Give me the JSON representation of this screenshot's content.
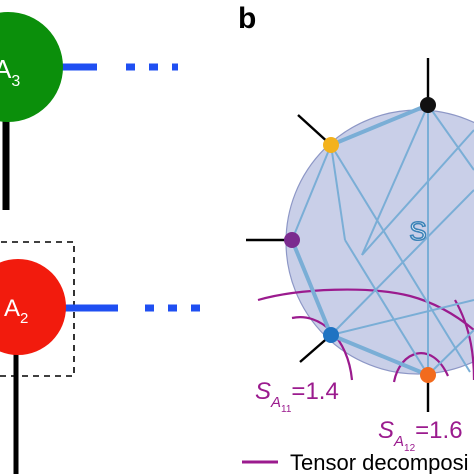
{
  "panel_b_label": "b",
  "left_nodes": {
    "top": {
      "label_main": "A",
      "label_sub": "3",
      "color": "#0b8f0b"
    },
    "bottom": {
      "label_main": "A",
      "label_sub": "2",
      "color": "#f21b0d"
    },
    "bond_color": "#1f4ff2"
  },
  "network": {
    "center_label": "S",
    "circle_fill": "#c9cfe8",
    "edge_color": "#7aaed6",
    "node_colors": {
      "top": "#111111",
      "yellow": "#f3b21d",
      "purple": "#7b2b8f",
      "blue": "#1f73c2",
      "orange": "#f26b1e"
    }
  },
  "entropy_labels": [
    {
      "symbol": "S",
      "sub_main": "A",
      "sub_sub": "11",
      "value": "=1.4"
    },
    {
      "symbol": "S",
      "sub_main": "A",
      "sub_sub": "12",
      "value": "=1.6"
    }
  ],
  "legend": {
    "text": "Tensor decomposi",
    "color": "#9b1b8e"
  }
}
